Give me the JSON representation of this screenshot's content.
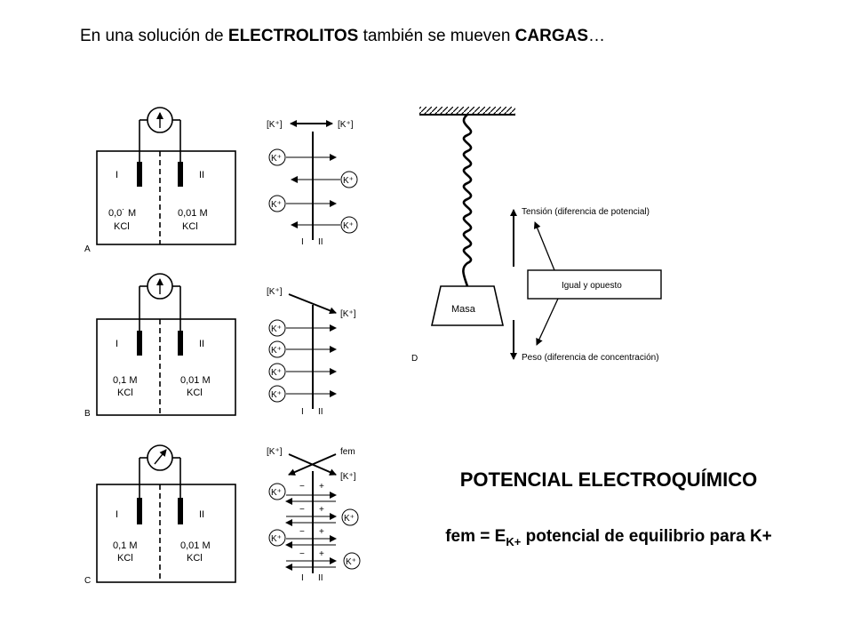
{
  "header": {
    "part1": "En una solución de ",
    "bold1": "ELECTROLITOS",
    "part2": " también se mueven ",
    "bold2": "CARGAS",
    "part3": "…"
  },
  "panels": {
    "A": {
      "letter": "A",
      "compartment_left": "I",
      "compartment_right": "II",
      "left_conc": "0,0˙ M",
      "right_conc": "0,01 M",
      "salt": "KCl",
      "ion_top_left": "[K⁺]",
      "ion_top_right": "[K⁺]",
      "ion": "K⁺",
      "axis_left": "I",
      "axis_right": "II"
    },
    "B": {
      "letter": "B",
      "compartment_left": "I",
      "compartment_right": "II",
      "left_conc": "0,1 M",
      "right_conc": "0,01 M",
      "salt": "KCl",
      "ion_top_left": "[K⁺]",
      "ion_top_right": "[K⁺]",
      "ion": "K⁺",
      "axis_left": "I",
      "axis_right": "II"
    },
    "C": {
      "letter": "C",
      "compartment_left": "I",
      "compartment_right": "II",
      "left_conc": "0,1 M",
      "right_conc": "0,01 M",
      "salt": "KCl",
      "ion_top_left": "[K⁺]",
      "fem_label": "fem",
      "ion_top_right": "[K⁺]",
      "ion": "K⁺",
      "minus": "−",
      "plus": "+",
      "axis_left": "I",
      "axis_right": "II"
    },
    "D": {
      "letter": "D",
      "mass": "Masa",
      "tension": "Tensión (diferencia de potencial)",
      "equal": "Igual y opuesto",
      "weight": "Peso (diferencia de concentración)"
    }
  },
  "title": "POTENCIAL ELECTROQUÍMICO",
  "formula": {
    "prefix": "fem = E",
    "sub": "K+",
    "suffix": " potencial de equilibrio para K+"
  }
}
